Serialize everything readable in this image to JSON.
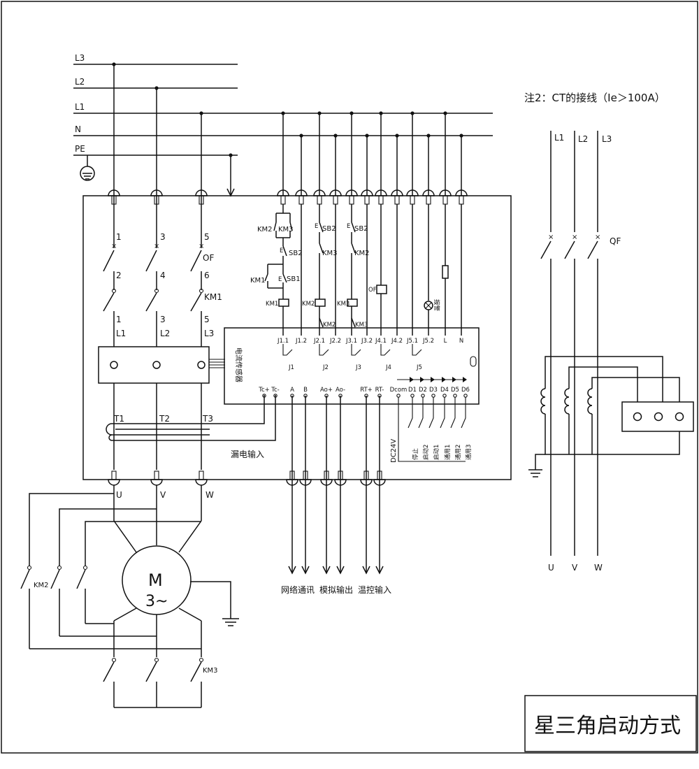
{
  "bus_labels": [
    "L3",
    "L2",
    "L1",
    "N",
    "PE"
  ],
  "left_switch_numbers": {
    "top": [
      "1",
      "3",
      "5"
    ],
    "mid": [
      "2",
      "4",
      "6"
    ],
    "bottom": [
      "1",
      "3",
      "5"
    ]
  },
  "qf_label": "OF",
  "km1_label": "KM1",
  "phase_labels": [
    "L1",
    "L2",
    "L3"
  ],
  "ct_sensor_label": "电流传感器",
  "ct_terminals": [
    "T1",
    "T2",
    "T3"
  ],
  "leakage_input_label": "漏电输入",
  "motor": {
    "symbol": "M",
    "phase": "3~"
  },
  "output_labels": [
    "U",
    "V",
    "W"
  ],
  "km2_label": "KM2",
  "km3_label": "KM3",
  "control_labels": {
    "km2": "KM2",
    "km3": "KM3",
    "sb2": "SB2",
    "km1": "KM1",
    "sb1": "SB1",
    "e": "E",
    "of": "OF",
    "alarm": "报警"
  },
  "relay_terminals": [
    "J1.1",
    "J1.2",
    "J2.1",
    "J2.2",
    "J3.1",
    "J3.2",
    "J4.1",
    "J4.2",
    "J5.1",
    "J5.2",
    "L",
    "N"
  ],
  "relay_names": [
    "J1",
    "J2",
    "J3",
    "J4",
    "J5"
  ],
  "signal_terminals": [
    "Tc+",
    "Tc-",
    "A",
    "B",
    "Ao+",
    "Ao-",
    "RT+",
    "RT-",
    "Dcom",
    "D1",
    "D2",
    "D3",
    "D4",
    "D5",
    "D6"
  ],
  "digital_inputs": [
    "停止",
    "启动2",
    "启动1",
    "通用1",
    "通用2",
    "通用3"
  ],
  "dc_label": "DC24V",
  "bottom_io_labels": [
    "网络通讯",
    "模拟输出",
    "温控输入"
  ],
  "note_title": "注2：CT的接线（Ie＞100A）",
  "ct_phase_labels": [
    "L1",
    "L2",
    "L3"
  ],
  "ct_qf_label": "QF",
  "ct_output_labels": [
    "U",
    "V",
    "W"
  ],
  "title_block": "星三角启动方式"
}
